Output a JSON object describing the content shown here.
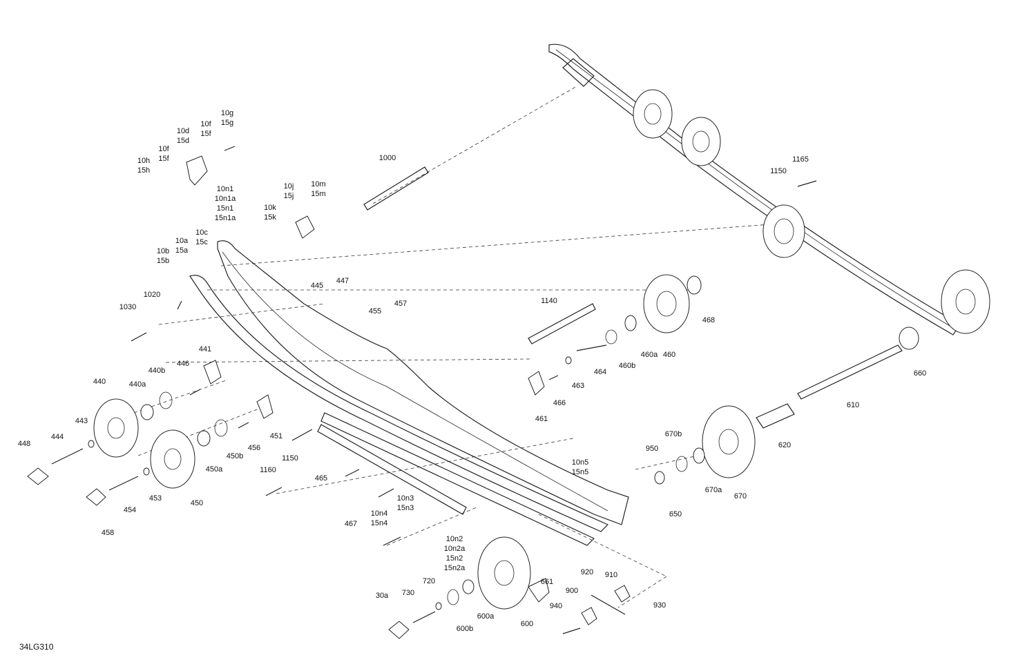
{
  "diagram": {
    "reference_code": "34LG310",
    "callouts": [
      {
        "id": "c1000",
        "text": "1000"
      },
      {
        "id": "c10g",
        "text": "10g\n15g"
      },
      {
        "id": "c10f_top",
        "text": "10f\n15f"
      },
      {
        "id": "c10d",
        "text": "10d\n15d"
      },
      {
        "id": "c10f",
        "text": "10f\n15f"
      },
      {
        "id": "c10h",
        "text": "10h\n15h"
      },
      {
        "id": "c10j",
        "text": "10j\n15j"
      },
      {
        "id": "c10m",
        "text": "10m\n15m"
      },
      {
        "id": "c10k",
        "text": "10k\n15k"
      },
      {
        "id": "c10n1",
        "text": "10n1\n10n1a\n15n1\n15n1a"
      },
      {
        "id": "c10c",
        "text": "10c\n15c"
      },
      {
        "id": "c10a",
        "text": "10a\n15a"
      },
      {
        "id": "c10b",
        "text": "10b\n15b"
      },
      {
        "id": "c1020",
        "text": "1020"
      },
      {
        "id": "c1030",
        "text": "1030"
      },
      {
        "id": "c445",
        "text": "445"
      },
      {
        "id": "c447",
        "text": "447"
      },
      {
        "id": "c455",
        "text": "455"
      },
      {
        "id": "c457",
        "text": "457"
      },
      {
        "id": "c1150_top",
        "text": "1150"
      },
      {
        "id": "c1165",
        "text": "1165"
      },
      {
        "id": "c1140",
        "text": "1140"
      },
      {
        "id": "c468",
        "text": "468"
      },
      {
        "id": "c460",
        "text": "460"
      },
      {
        "id": "c460a",
        "text": "460a"
      },
      {
        "id": "c460b",
        "text": "460b"
      },
      {
        "id": "c464",
        "text": "464"
      },
      {
        "id": "c463",
        "text": "463"
      },
      {
        "id": "c466",
        "text": "466"
      },
      {
        "id": "c461",
        "text": "461"
      },
      {
        "id": "c660",
        "text": "660"
      },
      {
        "id": "c610",
        "text": "610"
      },
      {
        "id": "c620",
        "text": "620"
      },
      {
        "id": "c441",
        "text": "441"
      },
      {
        "id": "c440b",
        "text": "440b"
      },
      {
        "id": "c440a",
        "text": "440a"
      },
      {
        "id": "c440",
        "text": "440"
      },
      {
        "id": "c446",
        "text": "446"
      },
      {
        "id": "c443",
        "text": "443"
      },
      {
        "id": "c444",
        "text": "444"
      },
      {
        "id": "c448",
        "text": "448"
      },
      {
        "id": "c451",
        "text": "451"
      },
      {
        "id": "c456",
        "text": "456"
      },
      {
        "id": "c450b",
        "text": "450b"
      },
      {
        "id": "c450a",
        "text": "450a"
      },
      {
        "id": "c450",
        "text": "450"
      },
      {
        "id": "c453",
        "text": "453"
      },
      {
        "id": "c454",
        "text": "454"
      },
      {
        "id": "c458",
        "text": "458"
      },
      {
        "id": "c1150",
        "text": "1150"
      },
      {
        "id": "c1160",
        "text": "1160"
      },
      {
        "id": "c465",
        "text": "465"
      },
      {
        "id": "c467",
        "text": "467"
      },
      {
        "id": "c10n3",
        "text": "10n3\n15n3"
      },
      {
        "id": "c10n4",
        "text": "10n4\n15n4"
      },
      {
        "id": "c10n5",
        "text": "10n5\n15n5"
      },
      {
        "id": "c950",
        "text": "950"
      },
      {
        "id": "c670b",
        "text": "670b"
      },
      {
        "id": "c670a",
        "text": "670a"
      },
      {
        "id": "c670",
        "text": "670"
      },
      {
        "id": "c650",
        "text": "650"
      },
      {
        "id": "c10n2",
        "text": "10n2\n10n2a\n15n2\n15n2a"
      },
      {
        "id": "c661",
        "text": "661"
      },
      {
        "id": "c920",
        "text": "920"
      },
      {
        "id": "c910",
        "text": "910"
      },
      {
        "id": "c900",
        "text": "900"
      },
      {
        "id": "c940",
        "text": "940"
      },
      {
        "id": "c930",
        "text": "930"
      },
      {
        "id": "c720",
        "text": "720"
      },
      {
        "id": "c730",
        "text": "730"
      },
      {
        "id": "c30a",
        "text": "30a"
      },
      {
        "id": "c600a",
        "text": "600a"
      },
      {
        "id": "c600b",
        "text": "600b"
      },
      {
        "id": "c600",
        "text": "600"
      }
    ]
  }
}
